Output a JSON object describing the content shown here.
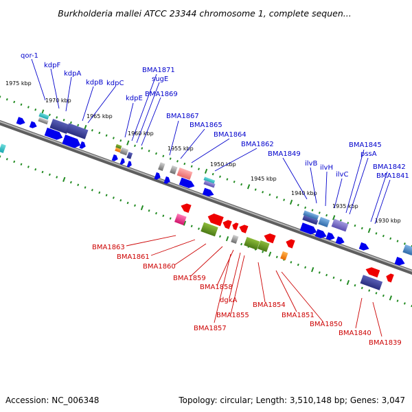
{
  "title": "Burkholderia mallei ATCC 23344 chromosome 1, complete sequen...",
  "footer": {
    "accession": "Accession: NC_006348",
    "topology": "Topology: circular; Length: 3,510,148 bp; Genes: 3,047"
  },
  "kbp_ticks": [
    {
      "label": "1975 kbp"
    },
    {
      "label": "1970 kbp"
    },
    {
      "label": "1965 kbp"
    },
    {
      "label": "1960 kbp"
    },
    {
      "label": "1955 kbp"
    },
    {
      "label": "1950 kbp"
    },
    {
      "label": "1945 kbp"
    },
    {
      "label": "1940 kbp"
    },
    {
      "label": "1935 kbp"
    },
    {
      "label": "1930 kbp"
    }
  ],
  "genes_top": [
    "qor-1",
    "kdpF",
    "kdpA",
    "kdpB",
    "kdpC",
    "kdpE",
    "BMA1871",
    "sugE",
    "BMA1869",
    "BMA1867",
    "BMA1865",
    "BMA1864",
    "BMA1862",
    "BMA1849",
    "ilvB",
    "ilvH",
    "ilvC",
    "BMA1845",
    "pssA",
    "BMA1842",
    "BMA1841"
  ],
  "genes_bottom": [
    "BMA1863",
    "BMA1861",
    "BMA1860",
    "BMA1859",
    "BMA1858",
    "dgkA",
    "BMA1855",
    "BMA1857",
    "BMA1854",
    "BMA1851",
    "BMA1850",
    "BMA1840",
    "BMA1839"
  ],
  "colors": {
    "forward_label": "#0000cc",
    "reverse_label": "#cc0000",
    "forward_arrow": "#0000ee",
    "reverse_arrow": "#ee0000",
    "backbone": "#8a8a8a",
    "ticks": "#228b22"
  }
}
